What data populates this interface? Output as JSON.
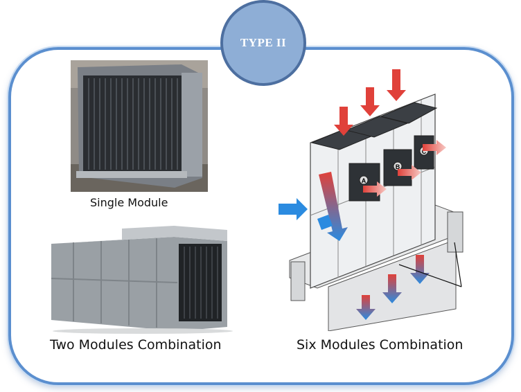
{
  "badge": {
    "label": "TYPE II"
  },
  "captions": {
    "single": "Single Module",
    "two": "Two Modules Combination",
    "six": "Six Modules Combination"
  },
  "diagram": {
    "module_labels": [
      "A",
      "B",
      "C"
    ],
    "colors": {
      "accent": "#5b8fcf",
      "badge": "#8eaed6",
      "hot": "#e0413a",
      "cold": "#2b8be0"
    }
  }
}
